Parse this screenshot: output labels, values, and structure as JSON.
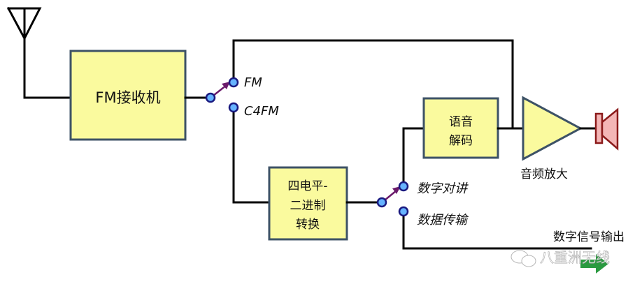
{
  "diagram": {
    "blocks": {
      "fm_receiver": "FM接收机",
      "voice_decoder": [
        "语音",
        "解码"
      ],
      "level_converter": [
        "四电平-",
        "二进制",
        "转换"
      ]
    },
    "amplifier_label": "音频放大",
    "switch1": {
      "options": [
        "FM",
        "C4FM"
      ],
      "selected": "FM"
    },
    "switch2": {
      "options": [
        "数字对讲",
        "数据传输"
      ],
      "selected": "数字对讲"
    },
    "digital_output_label": "数字信号输出",
    "watermark": "八重洲无线",
    "colors": {
      "block_fill": "#fafa9e",
      "block_border": "#3d5266",
      "node_fill": "#66b3ff",
      "switch_arrow": "#6b1a6b",
      "speaker_fill": "#f4b6b6",
      "speaker_border": "#8b1a1a",
      "output_arrow": "#2a9a40"
    }
  }
}
